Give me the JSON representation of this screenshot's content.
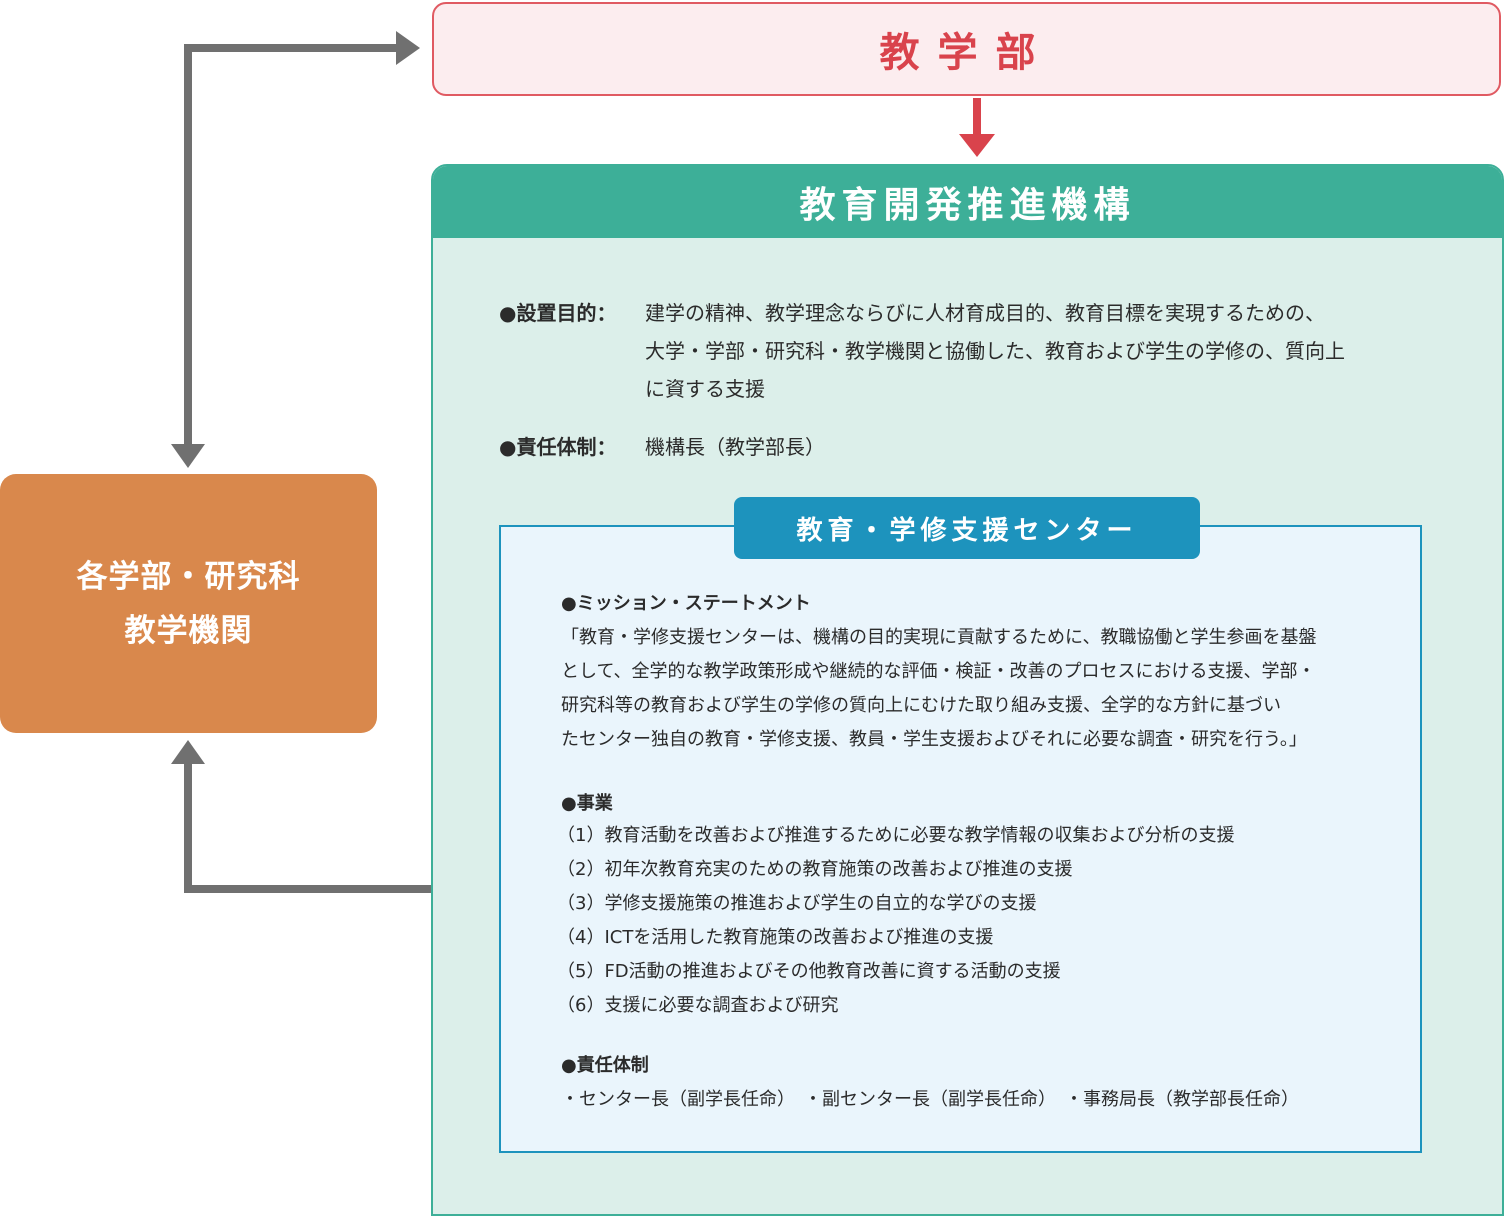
{
  "kyogakubu": {
    "title": "教学部"
  },
  "organization": {
    "title": "教育開発推進機構",
    "purpose_label": "●設置目的：",
    "purpose_lines": [
      "建学の精神、教学理念ならびに人材育成目的、教育目標を実現するための、",
      "大学・学部・研究科・教学機関と協働した、教育および学生の学修の、質向上",
      "に資する支援"
    ],
    "responsibility_label": "●責任体制：",
    "responsibility_value": "機構長（教学部長）"
  },
  "faculties": {
    "line1": "各学部・研究科",
    "line2": "教学機関"
  },
  "center": {
    "title": "教育・学修支援センター",
    "mission_head": "●ミッション・ステートメント",
    "mission_lines": [
      "「教育・学修支援センターは、機構の目的実現に貢献するために、教職協働と学生参画を基盤",
      "として、全学的な教学政策形成や継続的な評価・検証・改善のプロセスにおける支援、学部・",
      "研究科等の教育および学生の学修の質向上にむけた取り組み支援、全学的な方針に基づい",
      "たセンター独自の教育・学修支援、教員・学生支援およびそれに必要な調査・研究を行う。」"
    ],
    "business_head": "●事業",
    "business_items": [
      "（1）教育活動を改善および推進するために必要な教学情報の収集および分析の支援",
      "（2）初年次教育充実のための教育施策の改善および推進の支援",
      "（3）学修支援施策の推進および学生の自立的な学びの支援",
      "（4）ICTを活用した教育施策の改善および推進の支援",
      "（5）FD活動の推進およびその他教育改善に資する活動の支援",
      "（6）支援に必要な調査および研究"
    ],
    "responsibility_head": "●責任体制",
    "responsibility_line": "・センター長（副学長任命）　・副センター長（副学長任命）　・事務局長（教学部長任命）"
  },
  "colors": {
    "kyogakubu_border": "#e05a62",
    "organization_green": "#3daf98",
    "faculties_orange": "#d9884c",
    "center_blue": "#1d93bd",
    "arrow_gray": "#707070",
    "arrow_red": "#d9434c"
  }
}
